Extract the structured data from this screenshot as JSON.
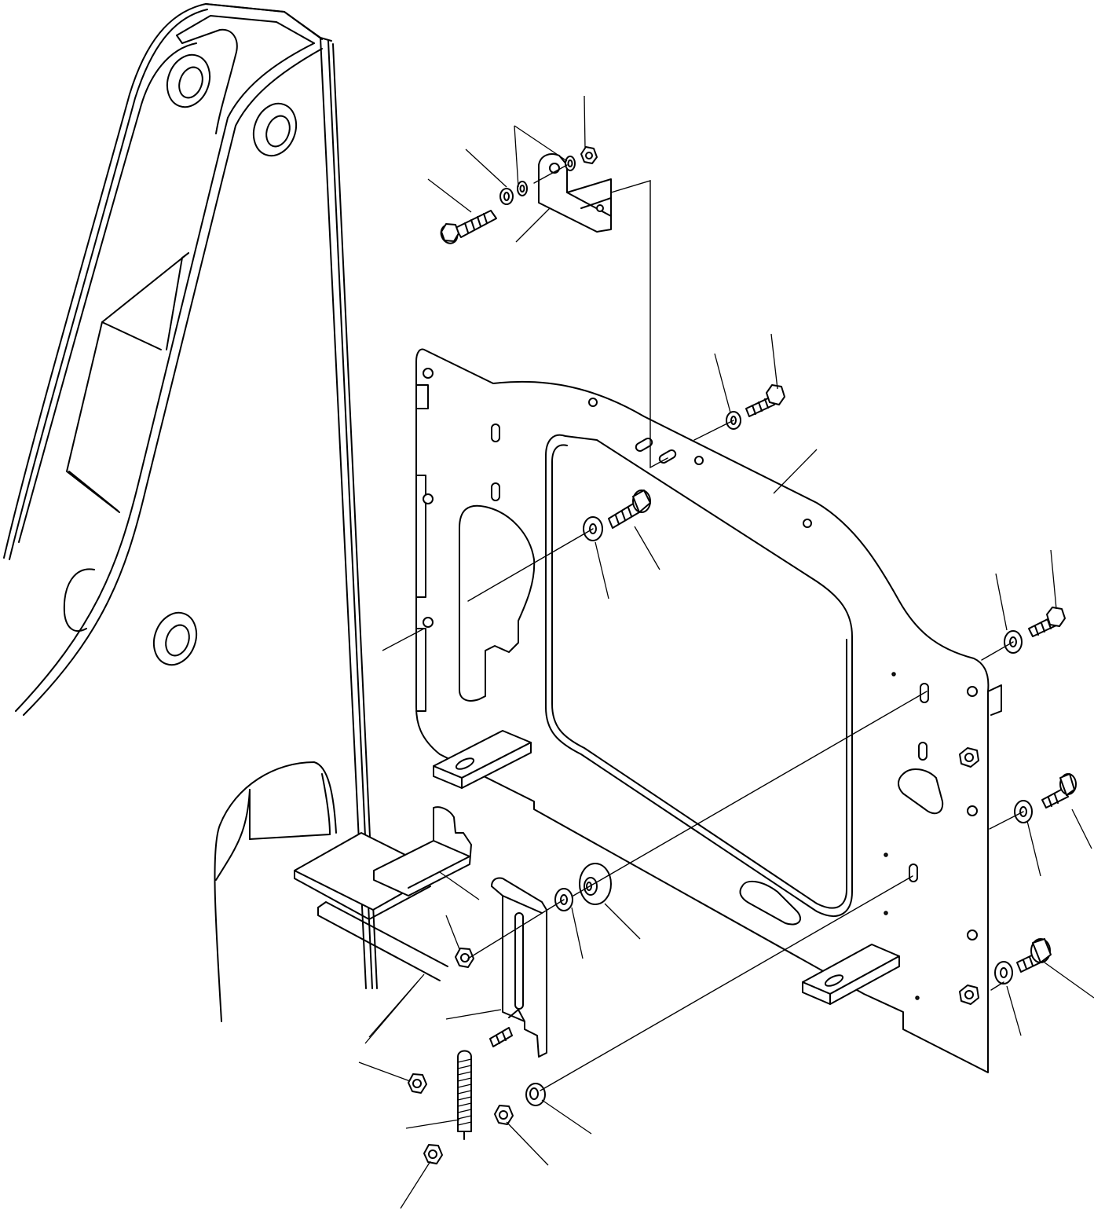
{
  "diagram": {
    "stroke_color": "#000000",
    "background_color": "#ffffff",
    "parts": [
      {
        "id": "boom-arm",
        "icon": "boom-arm-outline"
      },
      {
        "id": "mounting-plate",
        "icon": "panel-plate"
      },
      {
        "id": "upper-bracket",
        "icon": "angle-bracket"
      },
      {
        "id": "upper-bolt",
        "icon": "hex-bolt"
      },
      {
        "id": "upper-washers",
        "icon": "flat-washer"
      },
      {
        "id": "upper-nut",
        "icon": "hex-nut"
      },
      {
        "id": "plate-bolts",
        "icon": "hex-bolt"
      },
      {
        "id": "plate-washers",
        "icon": "flat-washer"
      },
      {
        "id": "slotted-strip",
        "icon": "slotted-bracket"
      },
      {
        "id": "spring",
        "icon": "coil-spring"
      },
      {
        "id": "lower-nuts",
        "icon": "hex-nut"
      },
      {
        "id": "spacers",
        "icon": "flat-washer"
      },
      {
        "id": "foot-tabs",
        "icon": "foot-plate"
      },
      {
        "id": "l-bracket",
        "icon": "l-bracket"
      }
    ]
  }
}
